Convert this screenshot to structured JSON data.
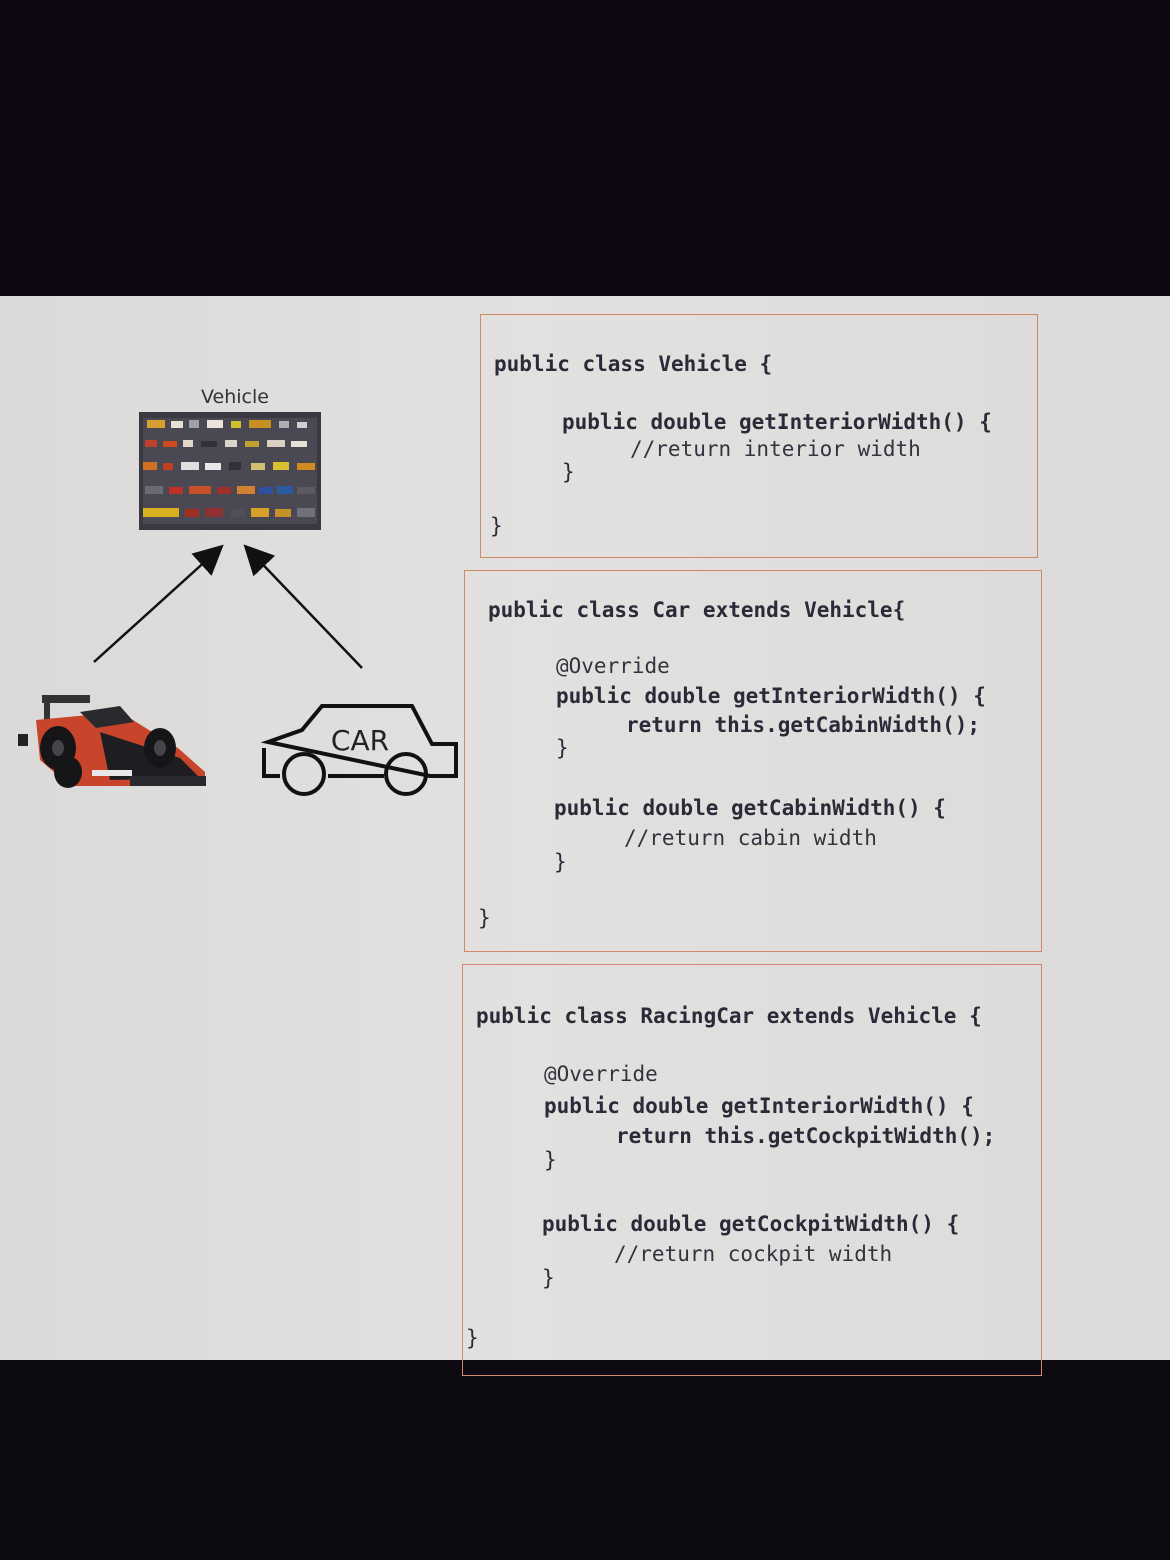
{
  "diagram": {
    "parent_label": "Vehicle",
    "car_label": "CAR"
  },
  "code": {
    "vehicle": {
      "class_decl": "public class Vehicle {",
      "method_decl": "public double getInteriorWidth() {",
      "comment": "//return interior width",
      "method_close": "}",
      "class_close": "}"
    },
    "car": {
      "class_decl": "public class Car extends Vehicle{",
      "annotation": "@Override",
      "method1_decl": "public double getInteriorWidth() {",
      "method1_body": "return this.getCabinWidth();",
      "method1_close": "}",
      "method2_decl": "public double getCabinWidth() {",
      "method2_comment": "//return cabin width",
      "method2_close": "}",
      "class_close": "}"
    },
    "racing_car": {
      "class_decl": "public class RacingCar extends Vehicle {",
      "annotation": "@Override",
      "method1_decl": "public double getInteriorWidth() {",
      "method1_body": "return this.getCockpitWidth();",
      "method1_close": "}",
      "method2_decl": "public double getCockpitWidth() {",
      "method2_comment": "//return cockpit width",
      "method2_close": "}",
      "class_close": "}"
    }
  },
  "colors": {
    "box_border": "#d08a6a",
    "code_text": "#2a2a38",
    "screen_bg": "#e0dedc",
    "racing_car_red": "#c8442a"
  }
}
